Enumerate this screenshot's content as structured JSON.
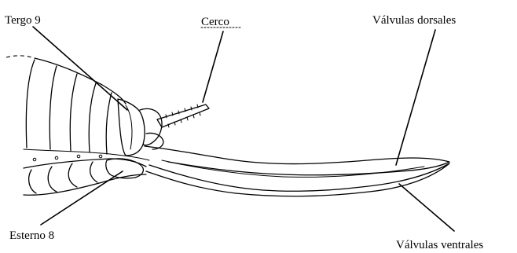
{
  "diagram": {
    "labels": {
      "tergo9": "Tergo 9",
      "cerco": "Cerco",
      "valvulas_dorsales": "Válvulas dorsales",
      "esterno8": "Esterno 8",
      "valvulas_ventrales": "Válvulas ventrales"
    },
    "colors": {
      "ink": "#000000",
      "background": "#ffffff"
    }
  }
}
